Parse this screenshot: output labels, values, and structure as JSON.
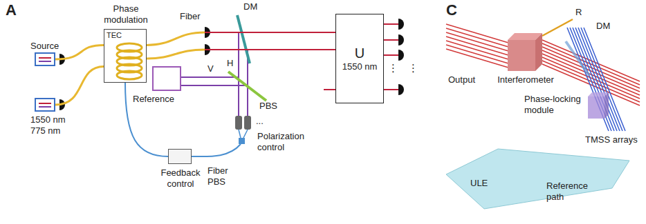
{
  "diagram": {
    "nodes": [
      {
        "text": [
          "Source"
        ]
      },
      {
        "text": [
          "1550 nm 775 nm"
        ]
      },
      {
        "text": [
          "Phase modulation",
          "TEC"
        ]
      },
      {
        "text": [
          "Reference"
        ]
      },
      {
        "text": [
          "U",
          "1550 nm"
        ]
      },
      {
        "text": [
          "Feedback control"
        ]
      },
      {
        "text": [
          "ULE"
        ]
      },
      {
        "text": [
          "Interferometer"
        ]
      },
      {
        "text": [
          "Phase-locking module"
        ]
      }
    ],
    "edges": [
      {
        "from": 0,
        "to": 2,
        "arrow": "none"
      },
      {
        "from": 1,
        "to": 2,
        "arrow": "none"
      },
      {
        "from": 2,
        "to": 4,
        "label": "Fiber",
        "arrow": "none"
      },
      {
        "from": 5,
        "to": 2,
        "arrow": "none"
      },
      {
        "from": 2,
        "to": 4,
        "arrow": "none"
      }
    ],
    "labels": [
      "A",
      "DM",
      "H",
      "V",
      "PBS",
      "...",
      "Polarization control",
      "Fiber PBS",
      "⋮",
      "⋮",
      "C",
      "Output",
      "R",
      "DM",
      "TMSS arrays",
      "Reference path"
    ]
  }
}
